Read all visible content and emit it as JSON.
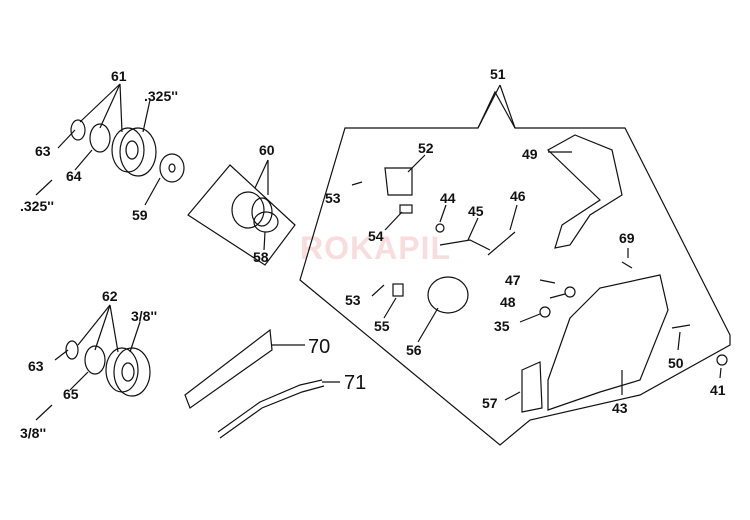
{
  "watermark": "ROKAPIL",
  "labels": {
    "p61": "61",
    "p325a": ".325''",
    "p63a": "63",
    "p64": "64",
    "p325b": ".325''",
    "p59": "59",
    "p60": "60",
    "p58": "58",
    "p62": "62",
    "p38a": "3/8''",
    "p63b": "63",
    "p65": "65",
    "p38b": "3/8''",
    "p70": "70",
    "p71": "71",
    "p51": "51",
    "p52": "52",
    "p53a": "53",
    "p54": "54",
    "p44": "44",
    "p45": "45",
    "p46": "46",
    "p49": "49",
    "p69": "69",
    "p47": "47",
    "p48": "48",
    "p35": "35",
    "p53b": "53",
    "p55": "55",
    "p56": "56",
    "p57": "57",
    "p43": "43",
    "p50": "50",
    "p41": "41"
  },
  "colors": {
    "line": "#111111",
    "watermark": "#e67878"
  }
}
